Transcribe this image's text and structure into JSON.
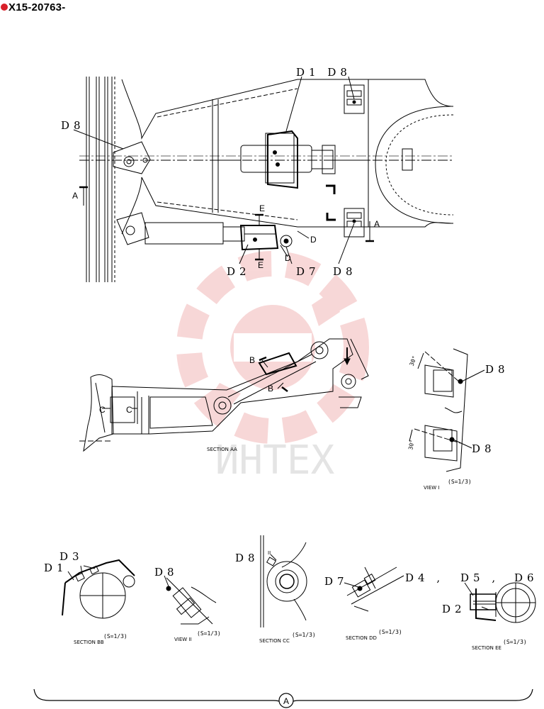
{
  "header": {
    "part_number": "X15-20763-"
  },
  "watermark": {
    "brand_text": "ИНТЕХ"
  },
  "top_view": {
    "labels": {
      "d1d8": "D1 D8",
      "d8_left": "D8",
      "d2": "D2",
      "d7": "D7",
      "d8_bottom": "D8",
      "d": "D",
      "d_b": "D"
    },
    "arrows": {
      "a_left": "A",
      "a_right": "A",
      "e_top": "E",
      "e_bottom": "E"
    }
  },
  "section_aa": {
    "title": "SECTION AA",
    "arrows": {
      "b_top": "B",
      "b_bottom": "B",
      "c_left": "C",
      "c_right": "C"
    }
  },
  "view_i": {
    "title": "VIEW I",
    "scale": "(S=1/3)",
    "labels": {
      "d8_top": "D8",
      "d8_bottom": "D8"
    },
    "angles": {
      "top": "30°",
      "bottom": "30°"
    }
  },
  "details": [
    {
      "id": "bb",
      "title": "SECTION BB",
      "scale": "(S=1/3)",
      "labels": [
        "D1",
        "D3"
      ]
    },
    {
      "id": "ii",
      "title": "VIEW II",
      "scale": "(S=1/3)",
      "labels": [
        "D8"
      ]
    },
    {
      "id": "cc",
      "title": "SECTION CC",
      "scale": "(S=1/3)",
      "labels": [
        "D8"
      ],
      "marker": "II"
    },
    {
      "id": "dd",
      "title": "SECTION DD",
      "scale": "(S=1/3)",
      "labels": [
        "D7"
      ]
    },
    {
      "id": "ee",
      "title": "SECTION EE",
      "scale": "(S=1/3)",
      "labels": [
        "D4 ,",
        "D5 ,",
        "D6",
        "D2"
      ]
    }
  ],
  "footer": {
    "circle_label": "A"
  },
  "colors": {
    "watermark": "#f2b8b8",
    "dot": "#d8202a",
    "ink": "#000000"
  }
}
